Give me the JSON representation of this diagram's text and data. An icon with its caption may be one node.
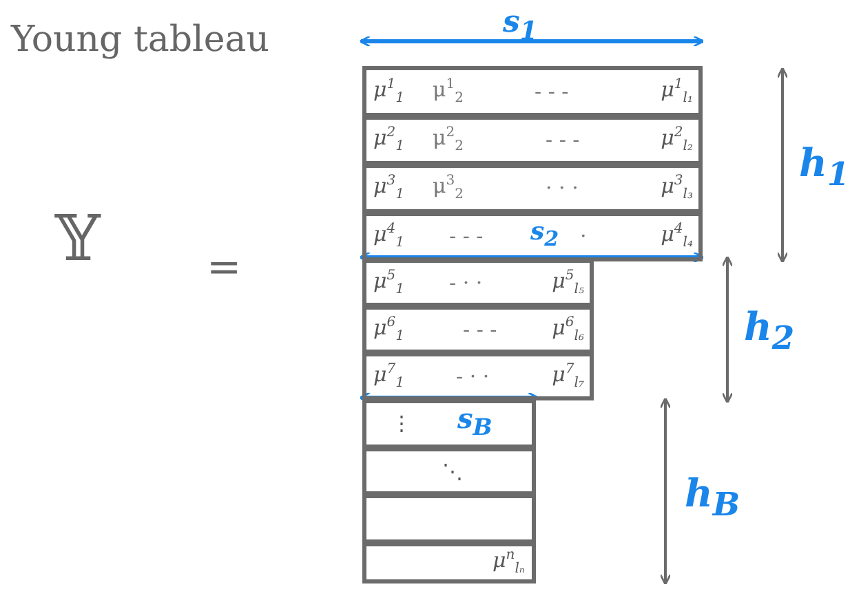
{
  "diagram": {
    "title": "Young tableau",
    "nodes": [
      {
        "text": [
          "μ$^{1}$$_{1}$",
          "μ$^{1}$$_{2}$",
          "- - -",
          "μ$^{1}$$_{l₁}$"
        ]
      },
      {
        "text": [
          "μ$^{2}$$_{1}$",
          "μ$^{2}$$_{2}$",
          "- - -",
          "μ$^{2}$$_{l₂}$"
        ]
      },
      {
        "text": [
          "μ$^{3}$$_{1}$",
          "μ$^{3}$$_{2}$",
          "· · ·",
          "μ$^{3}$$_{l₃}$"
        ]
      },
      {
        "text": [
          "μ$^{4}$$_{1}$",
          "- - -",
          "·",
          "μ$^{4}$$_{l₄}$"
        ]
      },
      {
        "text": [
          "μ$^{5}$$_{1}$",
          "- · ·",
          "μ$^{5}$$_{l₅}$"
        ]
      },
      {
        "text": [
          "μ$^{6}$$_{1}$",
          "- - -",
          "μ$^{6}$$_{l₆}$"
        ]
      },
      {
        "text": [
          "μ$^{7}$$_{1}$",
          "- · ·",
          "μ$^{7}$$_{l₇}$"
        ]
      },
      {
        "text": [
          "⋮"
        ]
      },
      {
        "text": [
          "⋱"
        ]
      },
      {
        "text": [],
        "shape": "box"
      },
      {
        "text": [
          "μ$^{n}$$_{lₙ}$"
        ]
      }
    ],
    "labels": [
      "𝕐",
      "=",
      "s$_{1}$",
      "s$_{2}$",
      "s$_{B}$",
      "h$_{1}$",
      "h$_{2}$",
      "h$_{B}$"
    ]
  }
}
